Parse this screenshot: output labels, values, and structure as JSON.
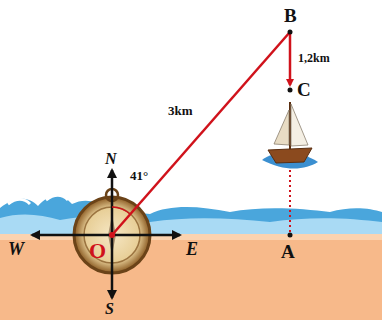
{
  "diagram": {
    "labels": [
      "B",
      "1,2km",
      "C",
      "3km",
      "N",
      "41°",
      "W",
      "O",
      "E",
      "A",
      "S"
    ]
  }
}
